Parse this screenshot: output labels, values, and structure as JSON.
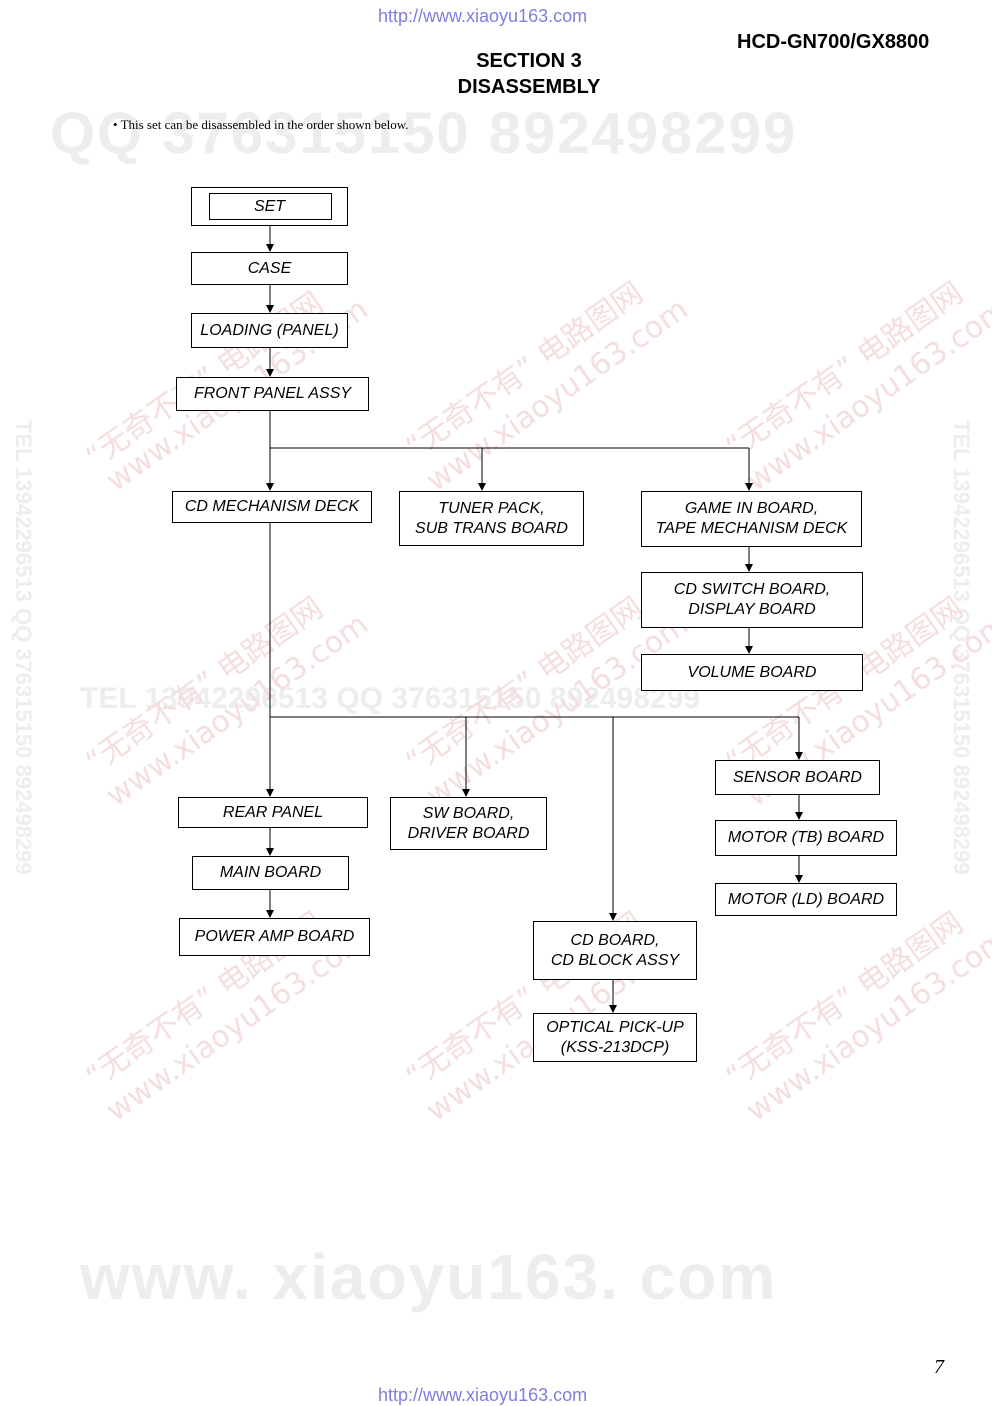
{
  "header": {
    "url_top": "http://www.xiaoyu163.com",
    "model": "HCD-GN700/GX8800",
    "section_line1": "SECTION  3",
    "section_line2": "DISASSEMBLY",
    "note": "• This set can be disassembled in the order shown below."
  },
  "footer": {
    "url_bottom": "http://www.xiaoyu163.com",
    "page_number": "7"
  },
  "watermarks": {
    "qq": "QQ 376315150    892498299",
    "tel": "TEL 13942296513    QQ 376315150  892498299",
    "side": "TEL 13942296513  QQ 376315150  892498299",
    "site": "www. xiaoyu163. com",
    "cn": "“无奇不有” 电路图网",
    "cn_url": "www.xiaoyu163.com"
  },
  "boxes": {
    "set": "SET",
    "case": "CASE",
    "loading": "LOADING (PANEL)",
    "front_panel": "FRONT PANEL ASSY",
    "cd_mech": "CD MECHANISM DECK",
    "tuner": "TUNER PACK,\nSUB TRANS BOARD",
    "game": "GAME IN BOARD,\nTAPE MECHANISM DECK",
    "cd_switch": "CD SWITCH BOARD,\nDISPLAY BOARD",
    "volume": "VOLUME BOARD",
    "sensor": "SENSOR BOARD",
    "rear_panel": "REAR PANEL",
    "sw_board": "SW BOARD,\nDRIVER BOARD",
    "motor_tb": "MOTOR (TB) BOARD",
    "main_board": "MAIN BOARD",
    "motor_ld": "MOTOR (LD) BOARD",
    "power_amp": "POWER AMP BOARD",
    "cd_board": "CD BOARD,\nCD BLOCK ASSY",
    "optical": "OPTICAL PICK-UP\n(KSS-213DCP)"
  }
}
